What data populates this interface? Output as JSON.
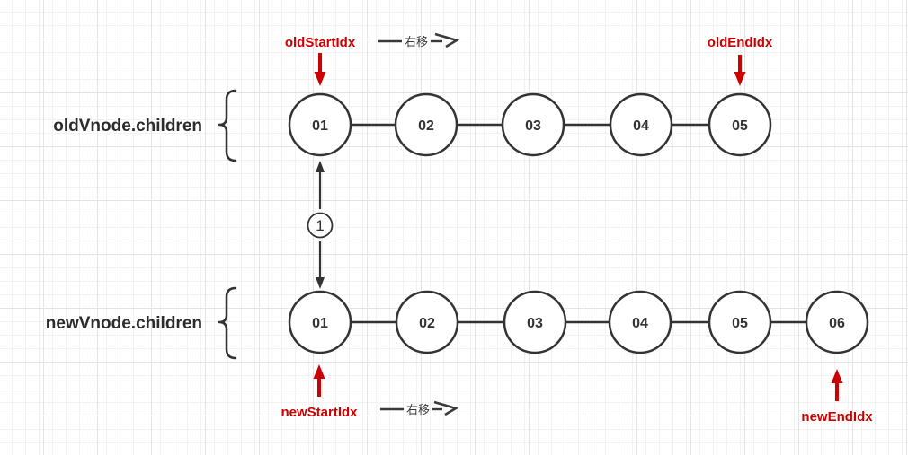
{
  "diagram": {
    "old_row": {
      "label": "oldVnode.children",
      "nodes": [
        "01",
        "02",
        "03",
        "04",
        "05"
      ],
      "start_pointer": "oldStartIdx",
      "end_pointer": "oldEndIdx",
      "shift_hint": "右移"
    },
    "new_row": {
      "label": "newVnode.children",
      "nodes": [
        "01",
        "02",
        "03",
        "04",
        "05",
        "06"
      ],
      "start_pointer": "newStartIdx",
      "end_pointer": "newEndIdx",
      "shift_hint": "右移"
    },
    "comparison": {
      "step_number": "1"
    }
  },
  "colors": {
    "pointer_red": "#cc0000",
    "stroke_dark": "#333333",
    "grid_minor": "#f2f2f2",
    "grid_major": "#e4e4e4"
  }
}
